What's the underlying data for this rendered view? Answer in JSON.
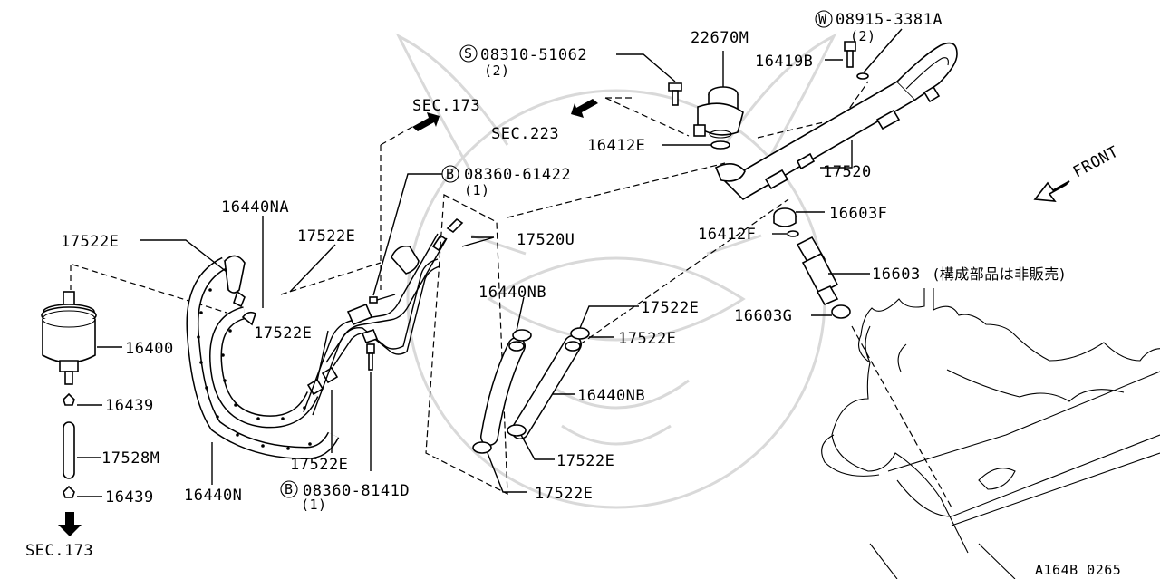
{
  "labels": {
    "sec173_top": "SEC.173",
    "sec223": "SEC.223",
    "sec173_bottom": "SEC.173",
    "p22670M": "22670M",
    "p08310_51062": "08310-51062",
    "p08310_qty": "(2)",
    "p08915_3381A": "08915-3381A",
    "p08915_qty": "(2)",
    "p16419B": "16419B",
    "p16412E": "16412E",
    "p17520": "17520",
    "front": "FRONT",
    "p08360_61422": "08360-61422",
    "p08360_61422_qty": "(1)",
    "p16440NA": "16440NA",
    "p17522E_1": "17522E",
    "p17522E_2": "17522E",
    "p17520U": "17520U",
    "p16603F": "16603F",
    "p16412F": "16412F",
    "p16603": "16603",
    "p16603_note": "(構成部品は非販売)",
    "p16440NB_1": "16440NB",
    "p17522E_3": "17522E",
    "p17522E_4": "17522E",
    "p16603G": "16603G",
    "p16400": "16400",
    "p17522E_5": "17522E",
    "p16439_1": "16439",
    "p16440NB_2": "16440NB",
    "p17528M": "17528M",
    "p17522E_6": "17522E",
    "p17522E_7": "17522E",
    "p16439_2": "16439",
    "p16440N": "16440N",
    "p08360_8141D": "08360-8141D",
    "p08360_8141D_qty": "(1)",
    "p17522E_8": "17522E",
    "figure_code": "A164B 0265"
  },
  "markers": {
    "s": "S",
    "w": "W",
    "b1": "B",
    "b2": "B"
  }
}
